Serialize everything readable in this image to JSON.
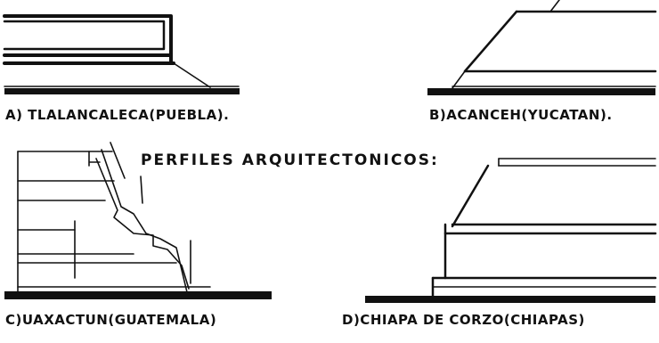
{
  "figure": {
    "title": "PERFILES ARQUITECTONICOS:",
    "profiles": [
      {
        "id": "A",
        "label": "A) TLALANCALECA(PUEBLA)."
      },
      {
        "id": "B",
        "label": "B)ACANCEH(YUCATAN)."
      },
      {
        "id": "C",
        "label": "C)UAXACTUN(GUATEMALA)"
      },
      {
        "id": "D",
        "label": "D)CHIAPA DE CORZO(CHIAPAS)"
      }
    ]
  }
}
